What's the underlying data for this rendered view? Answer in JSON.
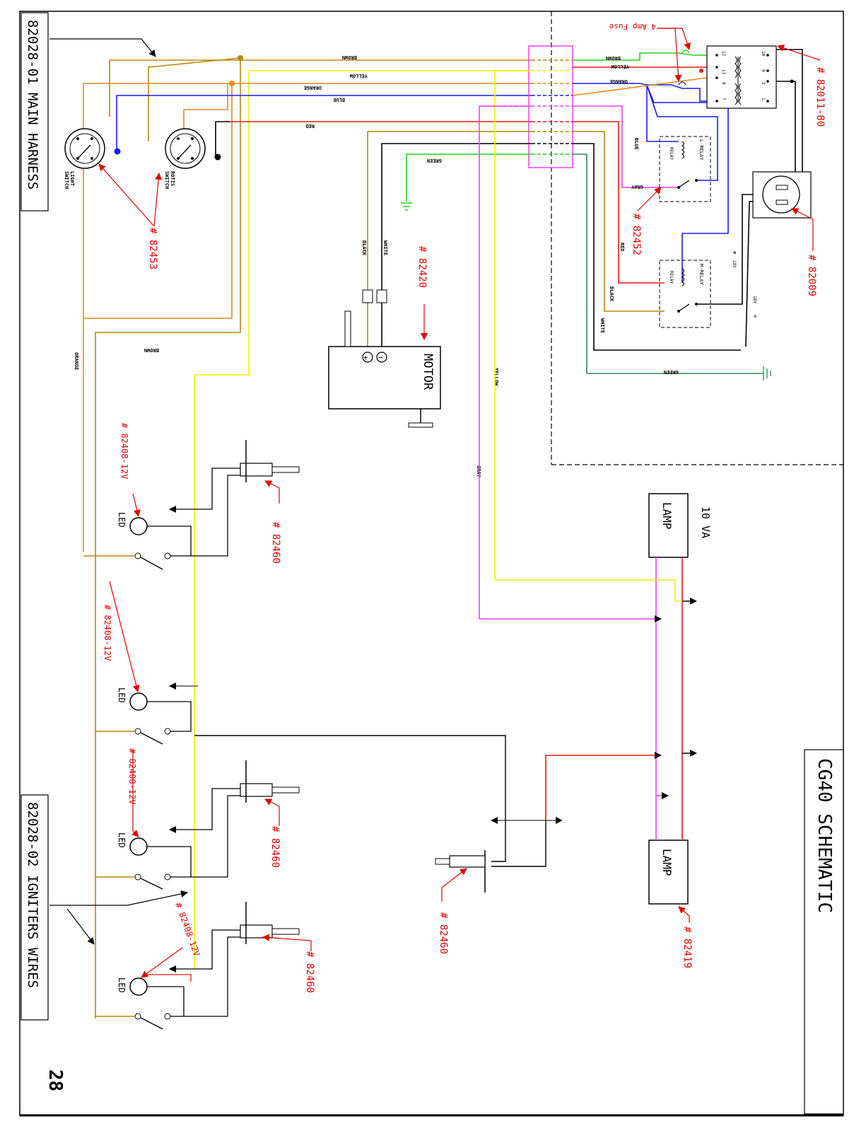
{
  "page": {
    "number": "28"
  },
  "title_blocks": {
    "main_harness": "82028-01 MAIN HARNESS",
    "igniters": "82028-02 IGNITERS WIRES",
    "schematic": "CG40 SCHEMATIC"
  },
  "wire_labels": {
    "brown": "BROWN",
    "yellow": "YELLOW",
    "orange": "ORANGE",
    "blue": "BLUE",
    "red": "RED",
    "green": "GREEN",
    "gray": "GRAY",
    "black": "BLACK",
    "white": "WHITE"
  },
  "components": {
    "light_switch": [
      "LIGHT",
      "SWITCH"
    ],
    "rotis_switch": [
      "ROTIS",
      "SWITCH"
    ],
    "motor": "MOTOR",
    "lamp": "LAMP",
    "lamp_rating": "10 VA",
    "l_relay": "L-RELAY",
    "m_relay": "M-RELAY",
    "relay": "RELAY",
    "led": "LED",
    "fuse": "4 Amp Fuse",
    "v18": "18V",
    "term_nums": [
      "12",
      "11",
      "8",
      "7",
      "10",
      "9",
      "2",
      "1"
    ]
  },
  "part_numbers": {
    "p82453": "# 82453",
    "p82452": "# 82452",
    "p82420": "# 82420",
    "p82009": "# 82009",
    "p82011": "# 82011-80",
    "p82408": "# 82408-12V",
    "p82460": "# 82460",
    "p82419": "# 82419"
  },
  "colors": {
    "brown": "#b8860b",
    "yellow": "#f2f200",
    "orange": "#e8861a",
    "blue": "#1a1af0",
    "red": "#e81818",
    "green": "#20d020",
    "gray": "#f040f0",
    "black": "#000000",
    "annotation": "#e00000",
    "teal": "#2e8b57"
  }
}
